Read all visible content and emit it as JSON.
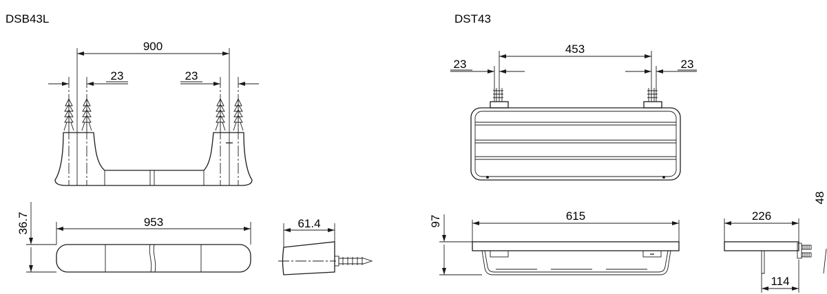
{
  "products": [
    {
      "model": "DSB43L",
      "dimensions": {
        "spacing": "900",
        "left_offset": "23",
        "right_offset": "23",
        "height": "36.7",
        "length": "953",
        "depth": "61.4"
      }
    },
    {
      "model": "DST43",
      "dimensions": {
        "spacing": "453",
        "left_offset": "23",
        "right_offset": "23",
        "height": "97",
        "length": "615",
        "depth": "226",
        "side_height": "48",
        "mount_depth": "114"
      }
    }
  ]
}
